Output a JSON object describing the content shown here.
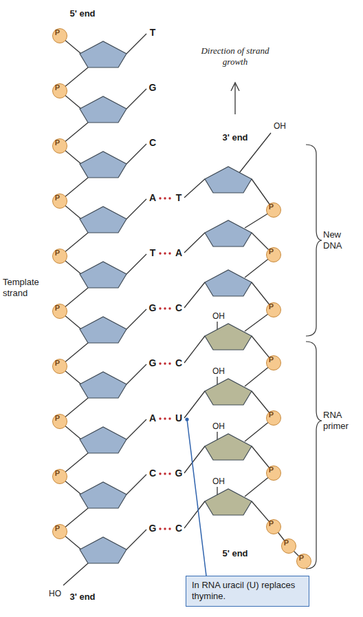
{
  "diagram": {
    "nodes": [
      {
        "text": [
          "5' end",
          "3' end"
        ]
      },
      {
        "text": [
          "P"
        ],
        "in": 0
      },
      {
        "text": [
          "P"
        ],
        "in": 0
      },
      {
        "text": [
          "P"
        ],
        "in": 0
      },
      {
        "text": [
          "P"
        ],
        "in": 0
      },
      {
        "text": [
          "P"
        ],
        "in": 0
      },
      {
        "text": [
          "P"
        ],
        "in": 0
      },
      {
        "text": [
          "P"
        ],
        "in": 0
      },
      {
        "text": [
          "P"
        ],
        "in": 0
      },
      {
        "text": [
          "P"
        ],
        "in": 0
      },
      {
        "text": [
          "P"
        ],
        "in": 0
      },
      {
        "text": [
          "3' end"
        ]
      },
      {
        "text": [
          "P"
        ],
        "in": 11
      },
      {
        "text": [
          "P"
        ],
        "in": 11
      },
      {
        "text": [
          "P"
        ],
        "in": 11
      },
      {
        "text": [
          "5' end"
        ]
      },
      {
        "text": [
          "P"
        ],
        "in": 15
      },
      {
        "text": [
          "P"
        ],
        "in": 15
      },
      {
        "text": [
          "P"
        ],
        "in": 15
      },
      {
        "text": [
          "P"
        ],
        "in": 15
      },
      {
        "text": [
          "P"
        ],
        "in": 15
      },
      {
        "text": [
          "P"
        ],
        "in": 15
      },
      {
        "text": [
          "In RNA uracil (U) replaces thymine."
        ]
      }
    ],
    "labels": [
      "Direction of strand growth",
      "Template strand",
      "New DNA",
      "RNA primer",
      "HO",
      "OH",
      "OH",
      "OH",
      "OH",
      "OH",
      "T",
      "G",
      "C",
      "A",
      "T",
      "G",
      "G",
      "A",
      "C",
      "G",
      "T",
      "A",
      "C",
      "C",
      "U",
      "G",
      "C"
    ]
  }
}
